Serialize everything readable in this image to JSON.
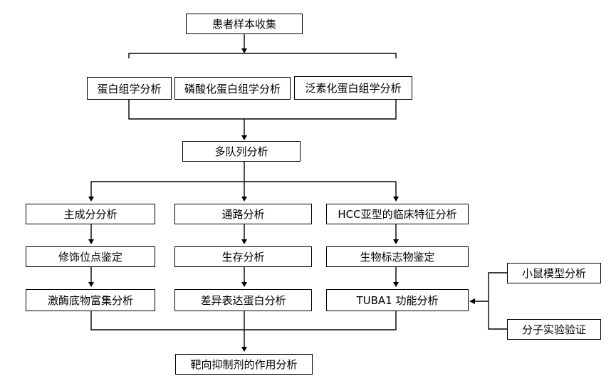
{
  "nodes": {
    "collect": "患者样本收集",
    "proteome": "蛋白组学分析",
    "phospho": "磷酸化蛋白组学分析",
    "ubiq": "泛素化蛋白组学分析",
    "cohort": "多队列分析",
    "pca": "主成分分析",
    "pathway": "通路分析",
    "hcc": "HCC亚型的临床特征分析",
    "modsite": "修饰位点鉴定",
    "survival": "生存分析",
    "biomarker": "生物标志物鉴定",
    "kinase": "激酶底物富集分析",
    "diffexp": "差异表达蛋白分析",
    "tuba1": "TUBA1 功能分析",
    "mouse": "小鼠模型分析",
    "molecular": "分子实验验证",
    "target": "靶向抑制剂的作用分析"
  }
}
